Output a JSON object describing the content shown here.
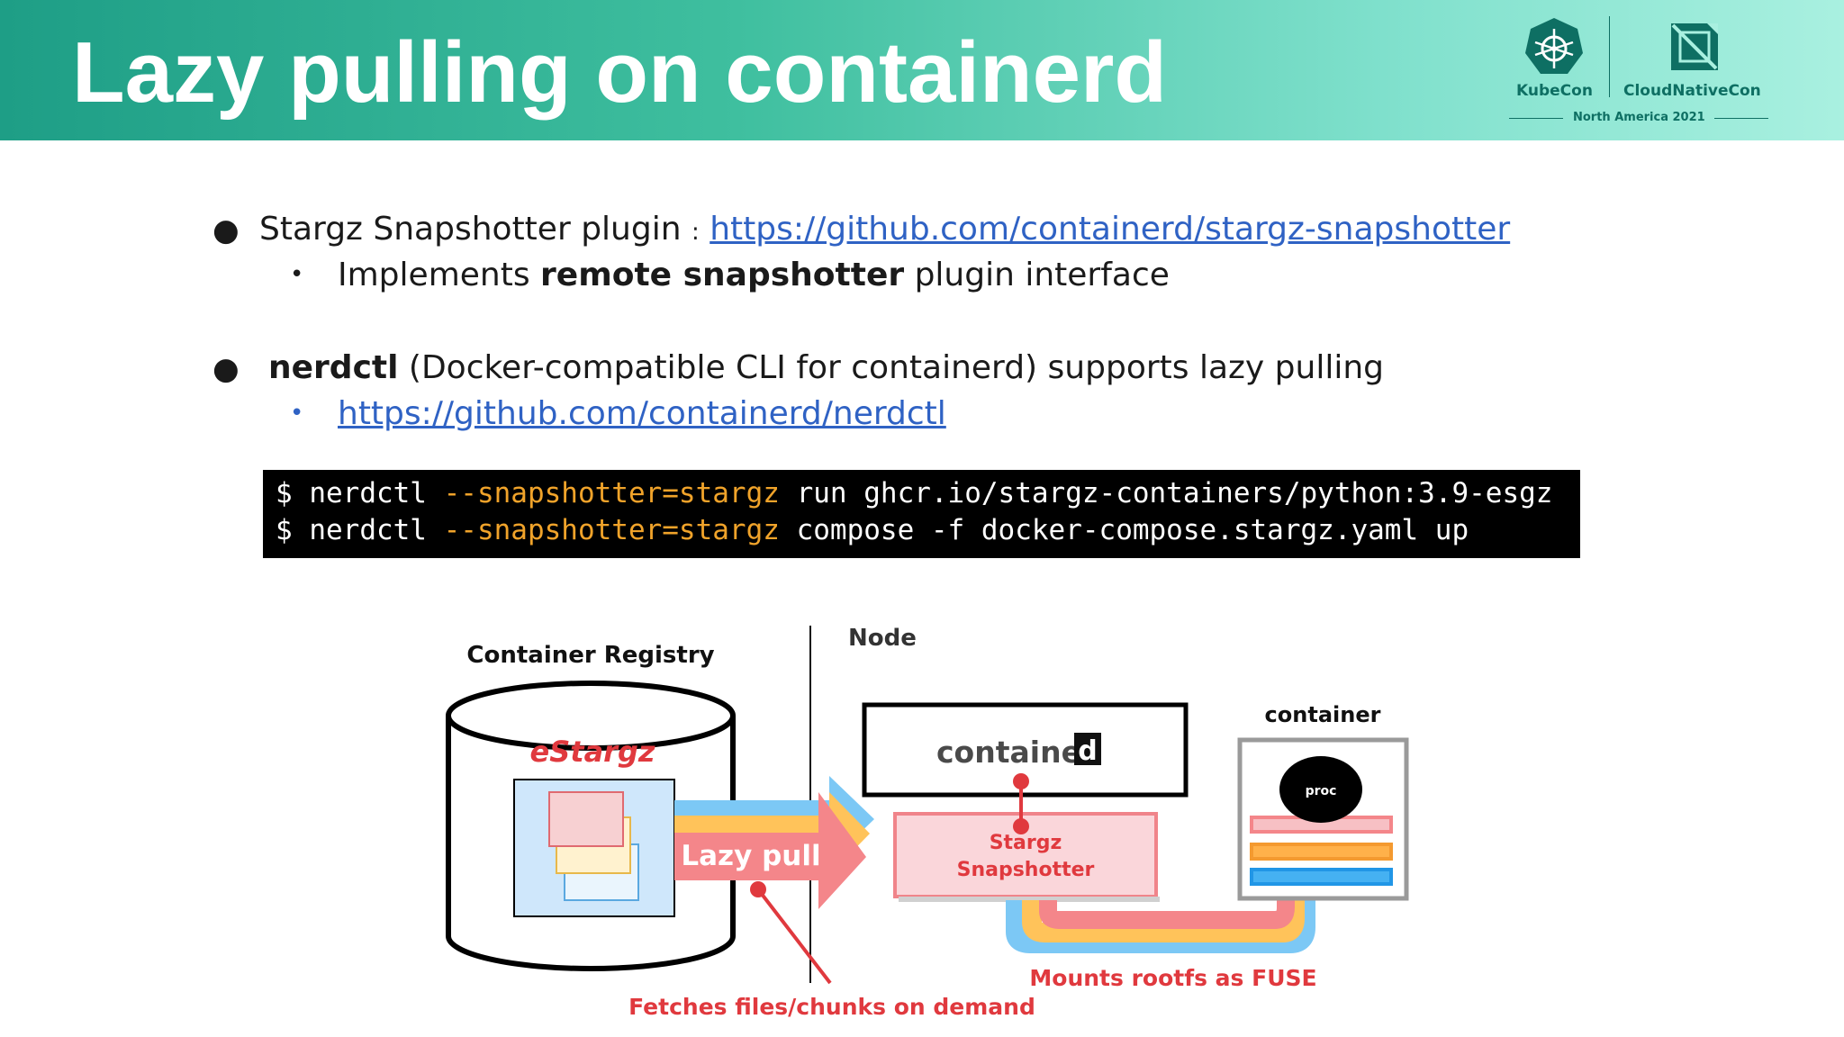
{
  "header": {
    "title": "Lazy pulling on containerd",
    "logo": {
      "left_label": "KubeCon",
      "right_label": "CloudNativeCon",
      "subtitle": "North America 2021",
      "brand_color": "#0e6f63"
    }
  },
  "bullets": {
    "item1": {
      "text": "Stargz Snapshotter plugin",
      "separator": ":",
      "link": "https://github.com/containerd/stargz-snapshotter",
      "sub_prefix": "Implements ",
      "sub_bold": "remote snapshotter",
      "sub_suffix": " plugin interface"
    },
    "item2": {
      "bold": "nerdctl",
      "text": " (Docker-compatible CLI for containerd) supports lazy pulling",
      "sub_link": "https://github.com/containerd/nerdctl"
    }
  },
  "terminal": {
    "lines": [
      {
        "prompt": "$ nerdctl ",
        "option": "--snapshotter=stargz",
        "rest": " run ghcr.io/stargz-containers/python:3.9-esgz"
      },
      {
        "prompt": "$ nerdctl ",
        "option": "--snapshotter=stargz",
        "rest": " compose -f docker-compose.stargz.yaml up"
      }
    ],
    "option_color": "#f0a32a"
  },
  "diagram": {
    "registry_label": "Container Registry",
    "estargz_label": "eStargz",
    "node_label": "Node",
    "containerd_logo_text": "container",
    "containerd_logo_box": "d",
    "snapshotter_line1": "Stargz",
    "snapshotter_line2": "Snapshotter",
    "lazy_pull_label": "Lazy pull",
    "container_label": "container",
    "proc_label": "proc",
    "fetches_label": "Fetches files/chunks on demand",
    "mounts_label": "Mounts rootfs as FUSE",
    "colors": {
      "red": "#e0393e",
      "pink": "#f4868a",
      "yellow": "#ffc35a",
      "blue": "#7cc8f5",
      "light_blue_box": "#cfe7fb"
    }
  }
}
